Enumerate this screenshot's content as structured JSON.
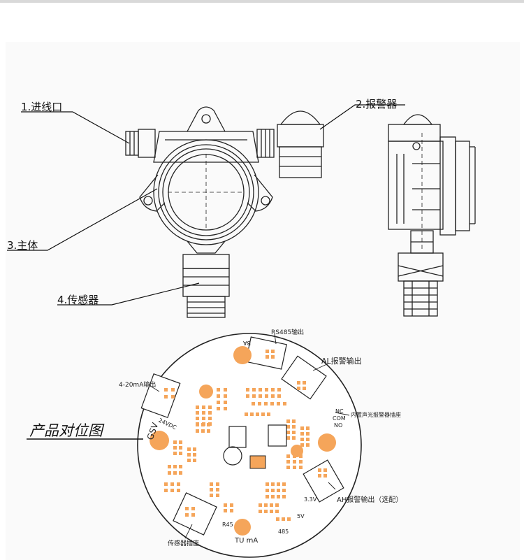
{
  "device_labels": {
    "inlet": "1.进线口",
    "alarm": "2.报警器",
    "body": "3.主体",
    "sensor": "4.传感器"
  },
  "board": {
    "title": "产品对位图",
    "rs485": "RS485输出",
    "al_output": "AL报警输出",
    "ma_output": "4-20mA输出",
    "builtin_alarm_socket": "内置声光报警器插座",
    "ah_output": "AH报警输出（选配）",
    "sensor_socket": "传感器插座",
    "nc": "NC",
    "com": "COM",
    "no": "NO",
    "gsv": "GSV",
    "vdc": "24VDC",
    "tu_ma": "TU mA",
    "r45": "R45",
    "v33": "3.3V",
    "v5": "5V",
    "ab": "BA",
    "n485": "485"
  },
  "colors": {
    "pad": "#f5a55a",
    "line": "#111111",
    "panel": "#fafafa"
  }
}
